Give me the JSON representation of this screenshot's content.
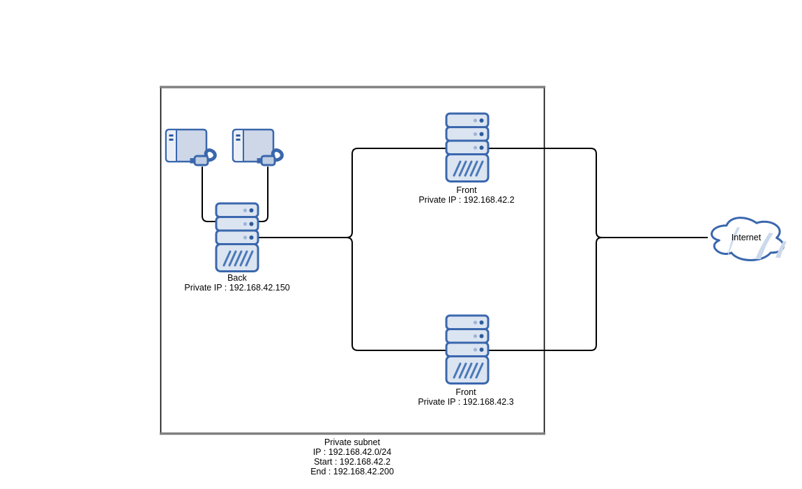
{
  "diagram": {
    "title": "network-architecture-diagram",
    "subnet": {
      "label_title": "Private subnet",
      "label_ip": "IP : 192.168.42.0/24",
      "label_start": "Start : 192.168.42.2",
      "label_end": "End : 192.168.42.200"
    },
    "nodes": {
      "back_server": {
        "name": "Back",
        "ip": "Private IP : 192.168.42.150"
      },
      "front_server_top": {
        "name": "Front",
        "ip": "Private IP : 192.168.42.2"
      },
      "front_server_bottom": {
        "name": "Front",
        "ip": "Private IP : 192.168.42.3"
      },
      "internet_cloud": {
        "name": "Internet"
      }
    },
    "connections": [
      {
        "from": "external-drive-left",
        "to": "back-server"
      },
      {
        "from": "external-drive-right",
        "to": "back-server"
      },
      {
        "from": "back-server",
        "to": "front-server-top"
      },
      {
        "from": "back-server",
        "to": "front-server-bottom"
      },
      {
        "from": "front-server-top",
        "to": "internet-cloud"
      },
      {
        "from": "front-server-bottom",
        "to": "internet-cloud"
      }
    ],
    "colors": {
      "shape_stroke": "#3a67ad",
      "shape_fill": "#dbe4f1",
      "disk_fill": "#cdd7e8",
      "disk_panel_fill": "#eaeef6",
      "indicator_light": "#9db4d6",
      "indicator_dark": "#2e5c9c",
      "hatch_stroke": "#4a78b8",
      "cloud_fill": "#ffffff",
      "cloud_shade": "#ccd9ec",
      "connector_line": "#000000",
      "subnet_border_sides": "#000000",
      "subnet_border_top_bottom": "#808080",
      "label_text": "#000000",
      "background": "#ffffff"
    }
  }
}
